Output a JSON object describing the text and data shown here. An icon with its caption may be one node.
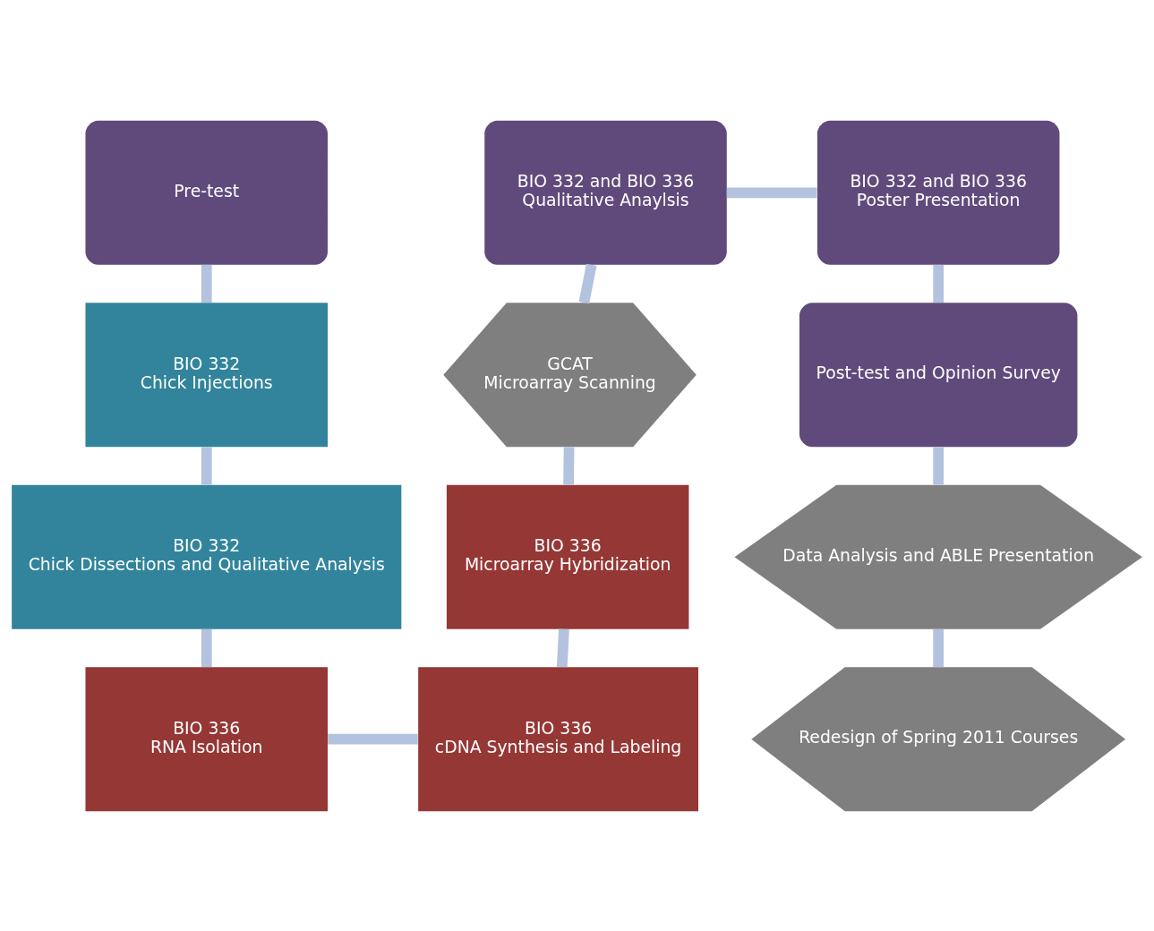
{
  "diagram": {
    "nodes": [
      {
        "text": [
          "Pre-test"
        ]
      },
      {
        "text": [
          "BIO 332",
          "Chick Injections"
        ]
      },
      {
        "text": [
          "BIO 332",
          "Chick Dissections and Qualitative Analysis"
        ]
      },
      {
        "text": [
          "BIO 336",
          "RNA Isolation"
        ]
      },
      {
        "text": [
          "BIO 336",
          "cDNA Synthesis and Labeling"
        ]
      },
      {
        "text": [
          "BIO 336",
          "Microarray Hybridization"
        ]
      },
      {
        "text": [
          "GCAT",
          "Microarray Scanning"
        ]
      },
      {
        "text": [
          "BIO 332 and BIO 336",
          "Qualitative Anaylsis"
        ]
      },
      {
        "text": [
          "BIO 332 and BIO 336",
          "Poster Presentation"
        ]
      },
      {
        "text": [
          "Post-test and Opinion Survey"
        ]
      },
      {
        "text": [
          "Data Analysis and ABLE Presentation"
        ]
      },
      {
        "text": [
          "Redesign of Spring 2011 Courses"
        ]
      }
    ],
    "edges": [
      {
        "from": 0,
        "to": 1,
        "arrow": "none"
      },
      {
        "from": 1,
        "to": 2,
        "arrow": "none"
      },
      {
        "from": 2,
        "to": 3,
        "arrow": "none"
      },
      {
        "from": 3,
        "to": 4,
        "arrow": "none"
      },
      {
        "from": 4,
        "to": 5,
        "arrow": "none"
      },
      {
        "from": 5,
        "to": 6,
        "arrow": "none"
      },
      {
        "from": 6,
        "to": 7,
        "arrow": "none"
      },
      {
        "from": 7,
        "to": 8,
        "arrow": "none"
      },
      {
        "from": 8,
        "to": 9,
        "arrow": "none"
      },
      {
        "from": 9,
        "to": 10,
        "arrow": "none"
      },
      {
        "from": 10,
        "to": 11,
        "arrow": "none"
      }
    ]
  }
}
